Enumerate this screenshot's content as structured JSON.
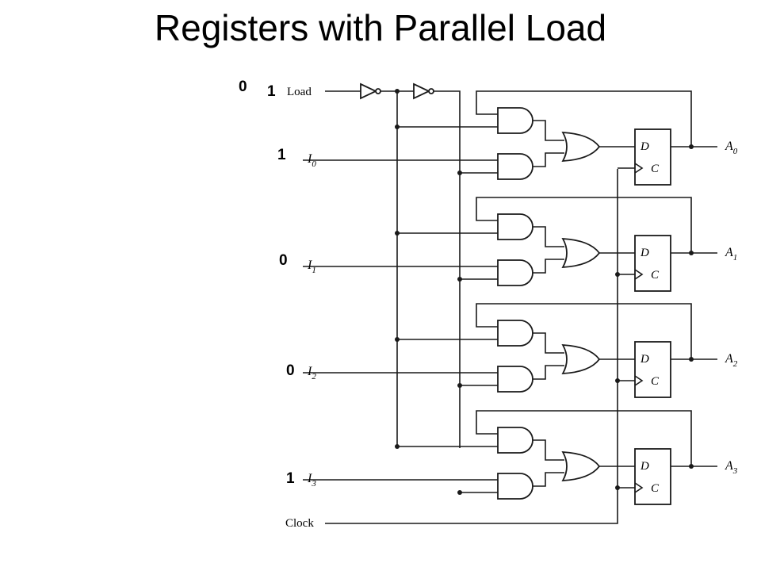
{
  "title": "Registers with Parallel Load",
  "inputs": {
    "load_label": "Load",
    "clock_label": "Clock",
    "input_letter": "I",
    "input_subs": [
      "0",
      "1",
      "2",
      "3"
    ]
  },
  "outputs": {
    "output_letter": "A",
    "output_subs": [
      "0",
      "1",
      "2",
      "3"
    ]
  },
  "flipflop": {
    "d_label": "D",
    "c_label": "C"
  },
  "annotations": {
    "load_values": [
      "0",
      "1"
    ],
    "input_values": [
      "1",
      "0",
      "0",
      "1"
    ]
  }
}
